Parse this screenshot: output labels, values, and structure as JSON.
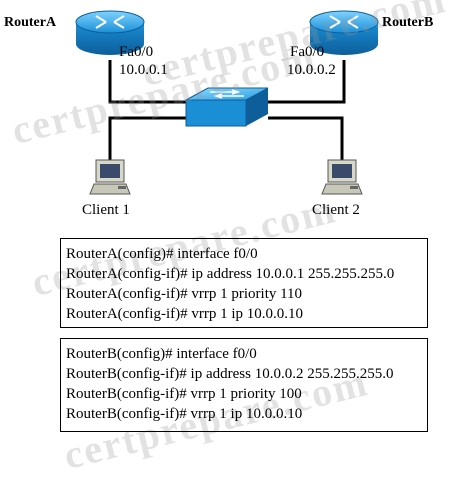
{
  "routerA": {
    "name": "RouterA",
    "iface": "Fa0/0",
    "ip": "10.0.0.1"
  },
  "routerB": {
    "name": "RouterB",
    "iface": "Fa0/0",
    "ip": "10.0.0.2"
  },
  "client1": {
    "name": "Client 1"
  },
  "client2": {
    "name": "Client 2"
  },
  "configA": [
    "RouterA(config)# interface f0/0",
    "RouterA(config-if)# ip address 10.0.0.1 255.255.255.0",
    "RouterA(config-if)# vrrp 1 priority 110",
    "RouterA(config-if)# vrrp 1 ip 10.0.0.10"
  ],
  "configB": [
    "RouterB(config)# interface f0/0",
    "RouterB(config-if)# ip address 10.0.0.2 255.255.255.0",
    "RouterB(config-if)# vrrp 1 priority 100",
    "RouterB(config-if)# vrrp 1 ip 10.0.0.10"
  ],
  "watermark": "certprepare.com",
  "colors": {
    "device_blue": "#1a8fd6",
    "link": "#000000"
  }
}
